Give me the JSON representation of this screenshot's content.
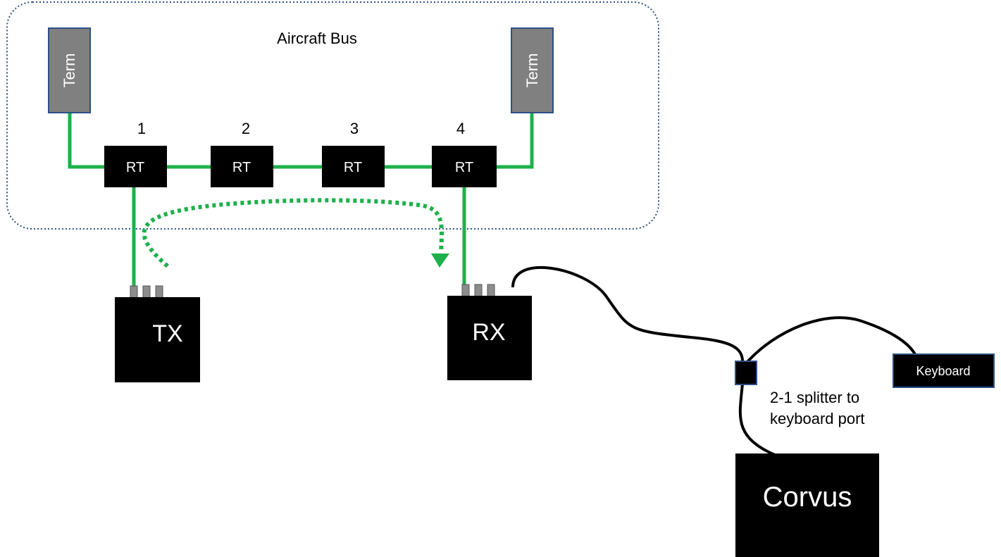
{
  "bus": {
    "label": "Aircraft Bus"
  },
  "terminators": [
    {
      "label": "Term"
    },
    {
      "label": "Term"
    }
  ],
  "remote_terminals": [
    {
      "number": "1",
      "label": "RT"
    },
    {
      "number": "2",
      "label": "RT"
    },
    {
      "number": "3",
      "label": "RT"
    },
    {
      "number": "4",
      "label": "RT"
    }
  ],
  "devices": {
    "tx": {
      "label": "TX"
    },
    "rx": {
      "label": "RX"
    },
    "corvus": {
      "label": "Corvus"
    },
    "keyboard": {
      "label": "Keyboard"
    }
  },
  "splitter": {
    "label_line1": "2-1 splitter to",
    "label_line2": "keyboard port"
  },
  "colors": {
    "bus_wire": "#1db14b",
    "cable": "#000000",
    "boundary": "#2e4f86",
    "terminator_fill": "#808080",
    "terminator_stroke": "#2e4f86",
    "connector": "#8c8c8c"
  }
}
